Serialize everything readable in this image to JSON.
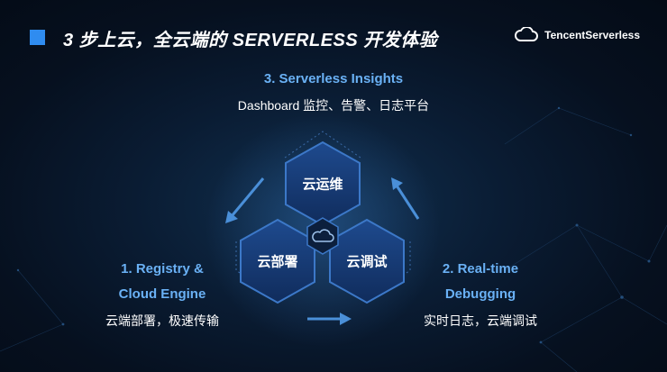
{
  "header": {
    "title": "3 步上云，全云端的 SERVERLESS  开发体验",
    "brand": "TencentServerless",
    "accent_color": "#2f8cf0"
  },
  "steps": {
    "insights": {
      "title": "3. Serverless Insights",
      "desc": "Dashboard 监控、告警、日志平台"
    },
    "registry": {
      "title_line1": "1. Registry &",
      "title_line2": "Cloud Engine",
      "desc": "云端部署，极速传输"
    },
    "debugging": {
      "title_line1": "2. Real-time",
      "title_line2": "Debugging",
      "desc": "实时日志，云端调试"
    }
  },
  "hexagons": {
    "ops": "云运维",
    "deploy": "云部署",
    "debug": "云调试",
    "center_icon": "cloud-icon"
  },
  "colors": {
    "title_blue": "#6ab1f5",
    "hex_fill": "#173a73",
    "hex_border": "#3c78c8",
    "arrow": "#4a8fd8"
  }
}
